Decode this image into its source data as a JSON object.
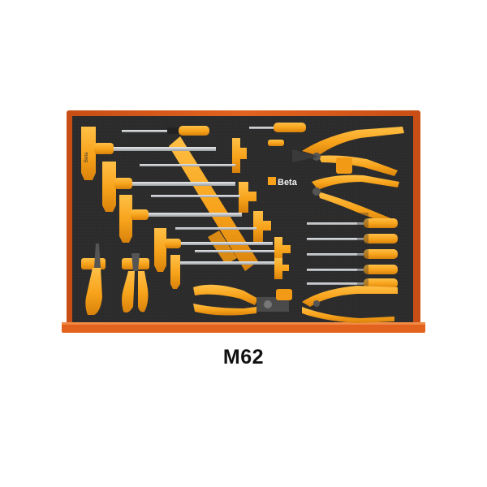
{
  "product": {
    "brand_logo_text": "Beta",
    "model_code": "M62"
  },
  "colors": {
    "tool_orange": "#f7a21a",
    "tray_frame": "#d3551b",
    "foam": "#2b2b2b",
    "shaft_metal": "#c4c6c8"
  },
  "contents": [
    "t-handle-hex-keys",
    "t-handle-torx-keys",
    "precision-screwdrivers",
    "circlip-pliers",
    "pliers"
  ]
}
